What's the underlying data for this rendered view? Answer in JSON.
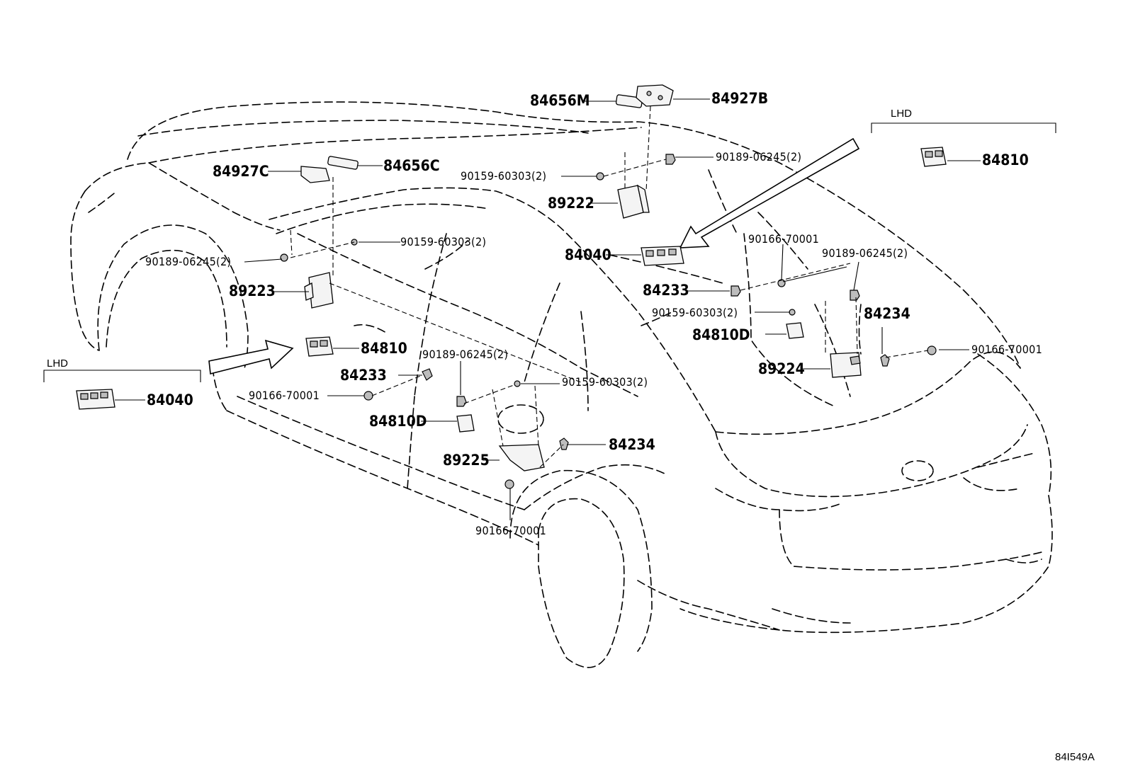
{
  "diagram_code": "84I549A",
  "lhd_tag": "LHD",
  "parts": {
    "p84656M": "84656M",
    "p84927B": "84927B",
    "p84927C": "84927C",
    "p84656C": "84656C",
    "p90189_top": "90189-06245(2)",
    "p90159_top": "90159-60303(2)",
    "p89222": "89222",
    "p84810_lhd": "84810",
    "p90189_left": "90189-06245(2)",
    "p90159_left": "90159-60303(2)",
    "p89223": "89223",
    "p84040_center": "84040",
    "p90166_right_top": "90166-70001",
    "p90189_right": "90189-06245(2)",
    "p84233_right": "84233",
    "p90159_right": "90159-60303(2)",
    "p84234_right": "84234",
    "p84810D_right": "84810D",
    "p90166_right": "90166-70001",
    "p89224": "89224",
    "p84810_left": "84810",
    "p90189_mid": "90189-06245(2)",
    "p84233_left": "84233",
    "p90159_mid": "90159-60303(2)",
    "p84040_lhd": "84040",
    "p90166_left": "90166-70001",
    "p84810D_left": "84810D",
    "p84234_left": "84234",
    "p89225": "89225",
    "p90166_bottom": "90166-70001"
  }
}
